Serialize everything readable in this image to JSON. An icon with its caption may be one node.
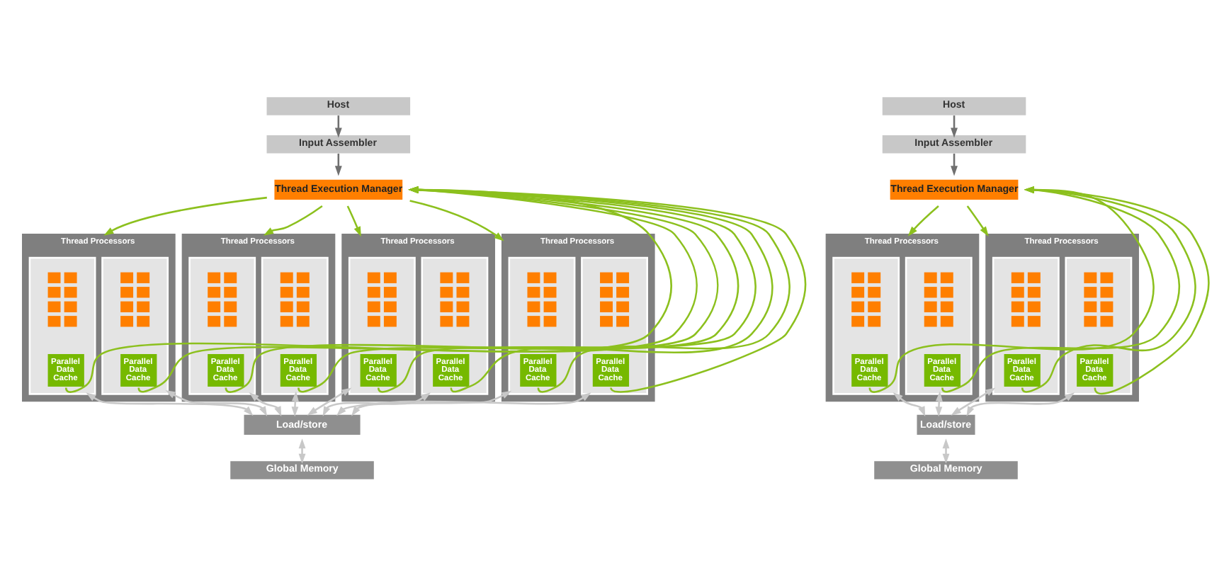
{
  "diagram": {
    "nodes": [
      {
        "text": [
          "Host"
        ]
      },
      {
        "text": [
          "Input Assembler"
        ]
      },
      {
        "text": [
          "Thread Execution Manager"
        ]
      },
      {
        "text": [
          "Thread Processors"
        ]
      },
      {
        "text": [],
        "shape": "box",
        "in": 3
      },
      {
        "text": [
          "Parallel Data Cache"
        ],
        "in": 4
      },
      {
        "text": [],
        "shape": "box",
        "in": 3
      },
      {
        "text": [
          "Parallel Data Cache"
        ],
        "in": 6
      },
      {
        "text": [
          "Thread Processors"
        ]
      },
      {
        "text": [],
        "shape": "box",
        "in": 8
      },
      {
        "text": [
          "Parallel Data Cache"
        ],
        "in": 9
      },
      {
        "text": [],
        "shape": "box",
        "in": 8
      },
      {
        "text": [
          "Parallel Data Cache"
        ],
        "in": 11
      },
      {
        "text": [
          "Thread Processors"
        ]
      },
      {
        "text": [],
        "shape": "box",
        "in": 13
      },
      {
        "text": [
          "Parallel Data Cache"
        ],
        "in": 14
      },
      {
        "text": [],
        "shape": "box",
        "in": 13
      },
      {
        "text": [
          "Parallel Data Cache"
        ],
        "in": 16
      },
      {
        "text": [
          "Thread Processors"
        ]
      },
      {
        "text": [],
        "shape": "box",
        "in": 18
      },
      {
        "text": [
          "Parallel Data Cache"
        ],
        "in": 19
      },
      {
        "text": [],
        "shape": "box",
        "in": 18
      },
      {
        "text": [
          "Parallel Data Cache"
        ],
        "in": 21
      },
      {
        "text": [
          "Load/store"
        ]
      },
      {
        "text": [
          "Global Memory"
        ]
      },
      {
        "text": [
          "Host"
        ]
      },
      {
        "text": [
          "Input Assembler"
        ]
      },
      {
        "text": [
          "Thread Execution Manager"
        ]
      },
      {
        "text": [
          "Thread Processors"
        ]
      },
      {
        "text": [],
        "shape": "box",
        "in": 28
      },
      {
        "text": [
          "Parallel Data Cache"
        ],
        "in": 29
      },
      {
        "text": [],
        "shape": "box",
        "in": 28
      },
      {
        "text": [
          "Parallel Data Cache"
        ],
        "in": 31
      },
      {
        "text": [
          "Thread Processors"
        ]
      },
      {
        "text": [],
        "shape": "box",
        "in": 33
      },
      {
        "text": [
          "Parallel Data Cache"
        ],
        "in": 34
      },
      {
        "text": [],
        "shape": "box",
        "in": 33
      },
      {
        "text": [
          "Parallel Data Cache"
        ],
        "in": 36
      },
      {
        "text": [
          "Load/store"
        ]
      },
      {
        "text": [
          "Global Memory"
        ]
      }
    ],
    "edges": [
      {
        "from": 0,
        "to": 1,
        "arrow": "to",
        "color": "#707070"
      },
      {
        "from": 1,
        "to": 2,
        "arrow": "to",
        "color": "#707070"
      },
      {
        "from": 2,
        "to": 3,
        "arrow": "to",
        "color": "#8cc01e"
      },
      {
        "from": 2,
        "to": 8,
        "arrow": "to",
        "color": "#8cc01e"
      },
      {
        "from": 2,
        "to": 13,
        "arrow": "to",
        "color": "#8cc01e"
      },
      {
        "from": 2,
        "to": 18,
        "arrow": "to",
        "color": "#8cc01e"
      },
      {
        "from": 5,
        "to": 2,
        "arrow": "to",
        "color": "#8cc01e"
      },
      {
        "from": 7,
        "to": 2,
        "arrow": "to",
        "color": "#8cc01e"
      },
      {
        "from": 10,
        "to": 2,
        "arrow": "to",
        "color": "#8cc01e"
      },
      {
        "from": 12,
        "to": 2,
        "arrow": "to",
        "color": "#8cc01e"
      },
      {
        "from": 15,
        "to": 2,
        "arrow": "to",
        "color": "#8cc01e"
      },
      {
        "from": 17,
        "to": 2,
        "arrow": "to",
        "color": "#8cc01e"
      },
      {
        "from": 20,
        "to": 2,
        "arrow": "to",
        "color": "#8cc01e"
      },
      {
        "from": 22,
        "to": 2,
        "arrow": "to",
        "color": "#8cc01e"
      },
      {
        "from": 23,
        "to": 4,
        "arrow": "both",
        "color": "#c8c8c8"
      },
      {
        "from": 23,
        "to": 6,
        "arrow": "both",
        "color": "#c8c8c8"
      },
      {
        "from": 23,
        "to": 9,
        "arrow": "both",
        "color": "#c8c8c8"
      },
      {
        "from": 23,
        "to": 11,
        "arrow": "both",
        "color": "#c8c8c8"
      },
      {
        "from": 23,
        "to": 14,
        "arrow": "both",
        "color": "#c8c8c8"
      },
      {
        "from": 23,
        "to": 16,
        "arrow": "both",
        "color": "#c8c8c8"
      },
      {
        "from": 23,
        "to": 19,
        "arrow": "both",
        "color": "#c8c8c8"
      },
      {
        "from": 23,
        "to": 21,
        "arrow": "both",
        "color": "#c8c8c8"
      },
      {
        "from": 23,
        "to": 24,
        "arrow": "both",
        "color": "#c8c8c8"
      },
      {
        "from": 25,
        "to": 26,
        "arrow": "to",
        "color": "#707070"
      },
      {
        "from": 26,
        "to": 27,
        "arrow": "to",
        "color": "#707070"
      },
      {
        "from": 27,
        "to": 28,
        "arrow": "to",
        "color": "#8cc01e"
      },
      {
        "from": 27,
        "to": 33,
        "arrow": "to",
        "color": "#8cc01e"
      },
      {
        "from": 30,
        "to": 27,
        "arrow": "to",
        "color": "#8cc01e"
      },
      {
        "from": 32,
        "to": 27,
        "arrow": "to",
        "color": "#8cc01e"
      },
      {
        "from": 35,
        "to": 27,
        "arrow": "to",
        "color": "#8cc01e"
      },
      {
        "from": 37,
        "to": 27,
        "arrow": "to",
        "color": "#8cc01e"
      },
      {
        "from": 38,
        "to": 29,
        "arrow": "both",
        "color": "#c8c8c8"
      },
      {
        "from": 38,
        "to": 31,
        "arrow": "both",
        "color": "#c8c8c8"
      },
      {
        "from": 38,
        "to": 34,
        "arrow": "both",
        "color": "#c8c8c8"
      },
      {
        "from": 38,
        "to": 36,
        "arrow": "both",
        "color": "#c8c8c8"
      },
      {
        "from": 38,
        "to": 39,
        "arrow": "both",
        "color": "#c8c8c8"
      }
    ]
  }
}
